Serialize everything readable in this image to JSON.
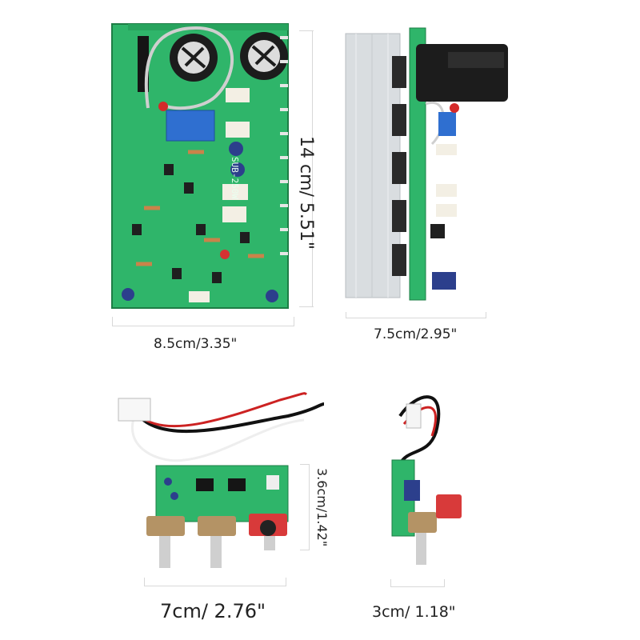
{
  "dimensions": {
    "main_board_width": "8.5cm/3.35\"",
    "main_board_height": "14 cm/ 5.51\"",
    "main_board_side_width": "7.5cm/2.95\"",
    "tone_board_height": "3.6cm/1.42\"",
    "tone_board_width": "7cm/ 2.76\"",
    "tone_board_side_width": "3cm/ 1.18\""
  },
  "board_markings": {
    "main_board_label": "SUB-250W"
  },
  "colors": {
    "pcb_green": "#2fb56a",
    "pcb_dark": "#1f8a4c",
    "heatsink": "#d9dde0",
    "capacitor_blue": "#2c3f8c"
  }
}
